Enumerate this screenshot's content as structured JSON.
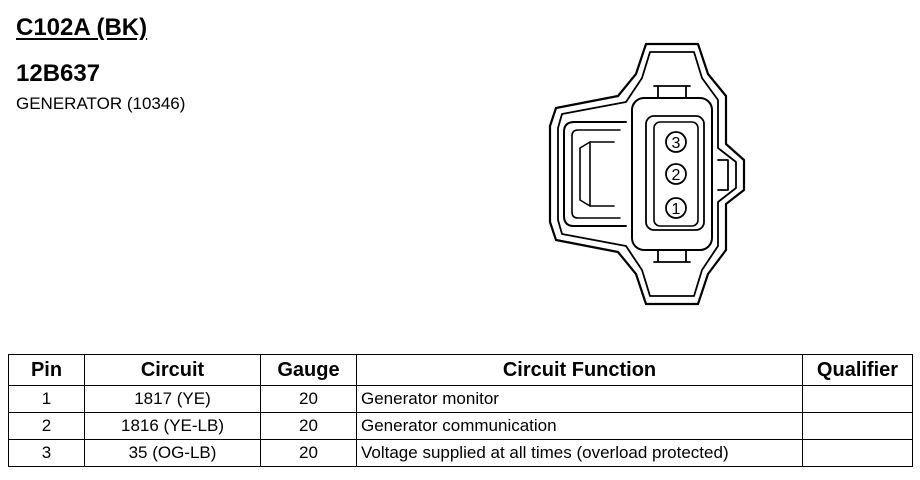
{
  "header": {
    "connector_id": "C102A (BK)",
    "part_number": "12B637",
    "component": "GENERATOR (10346)"
  },
  "connector": {
    "pin_labels": [
      "3",
      "2",
      "1"
    ]
  },
  "table": {
    "headers": [
      "Pin",
      "Circuit",
      "Gauge",
      "Circuit Function",
      "Qualifier"
    ],
    "rows": [
      {
        "pin": "1",
        "circuit": "1817 (YE)",
        "gauge": "20",
        "function": "Generator monitor",
        "qualifier": ""
      },
      {
        "pin": "2",
        "circuit": "1816 (YE-LB)",
        "gauge": "20",
        "function": "Generator communication",
        "qualifier": ""
      },
      {
        "pin": "3",
        "circuit": "35 (OG-LB)",
        "gauge": "20",
        "function": "Voltage supplied at all times (overload protected)",
        "qualifier": ""
      }
    ]
  }
}
